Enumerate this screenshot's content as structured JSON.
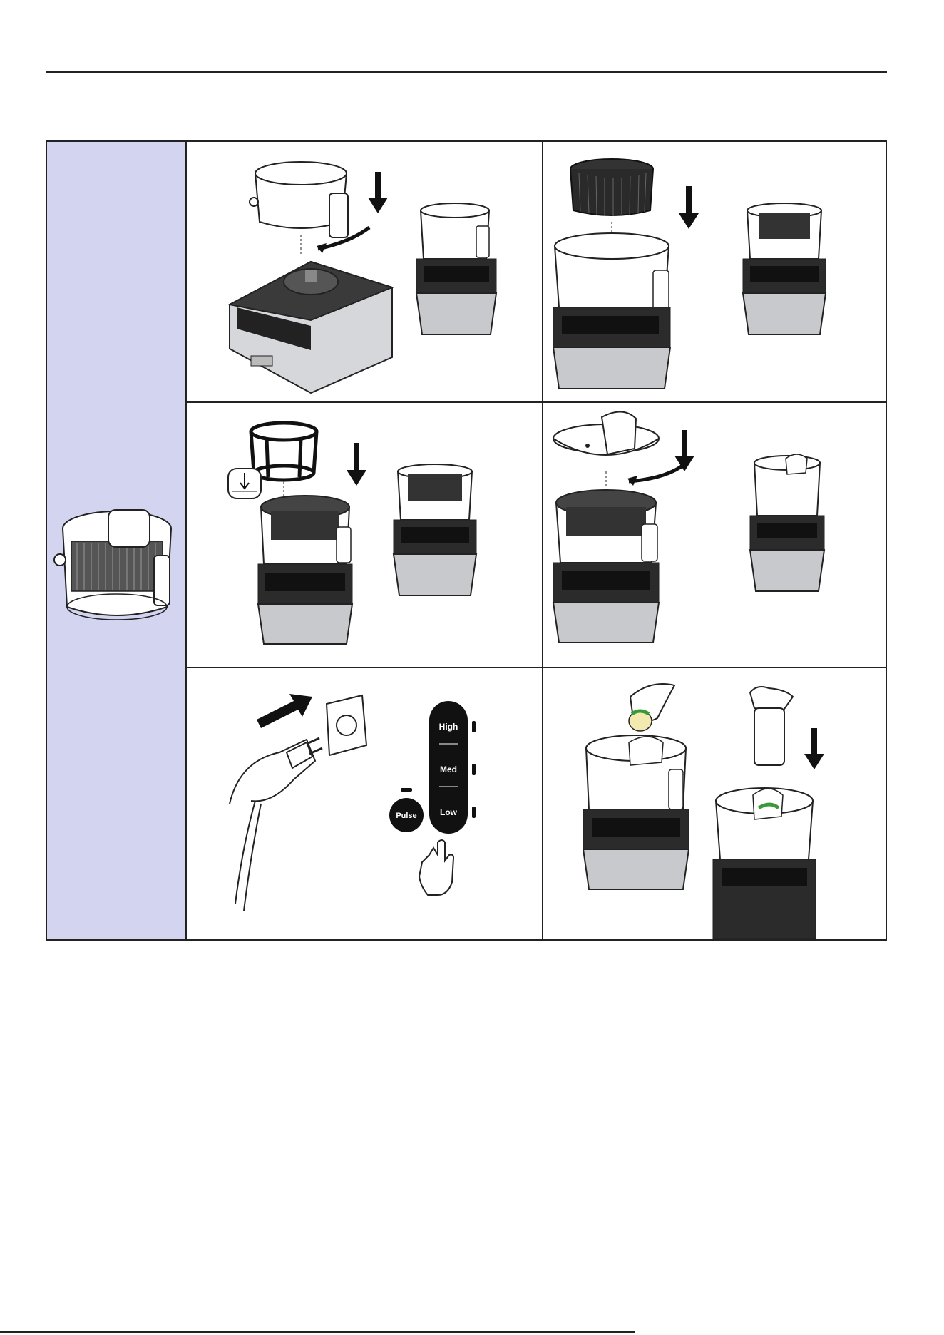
{
  "controls": {
    "high_label": "High",
    "med_label": "Med",
    "low_label": "Low",
    "pulse_label": "Pulse"
  },
  "colors": {
    "side_panel": "#d3d4f0",
    "line": "#222222",
    "base_dark": "#2b2b2b",
    "steel": "#c8c9cc",
    "fruit_green": "#3a9a3a"
  }
}
